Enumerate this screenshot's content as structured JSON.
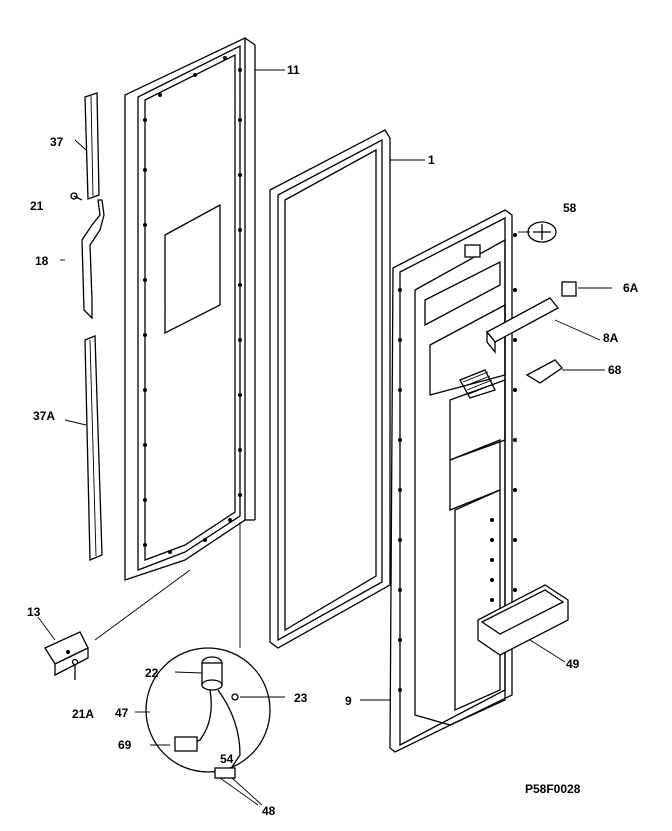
{
  "diagram": {
    "labels": {
      "l11": "11",
      "l1": "1",
      "l37": "37",
      "l21": "21",
      "l18": "18",
      "l37a": "37A",
      "l13": "13",
      "l21a": "21A",
      "l22": "22",
      "l47": "47",
      "l69": "69",
      "l54": "54",
      "l48": "48",
      "l23": "23",
      "l9": "9",
      "l58": "58",
      "l6a": "6A",
      "l8a": "8A",
      "l68": "68",
      "l49": "49",
      "code": "P58F0028"
    }
  }
}
